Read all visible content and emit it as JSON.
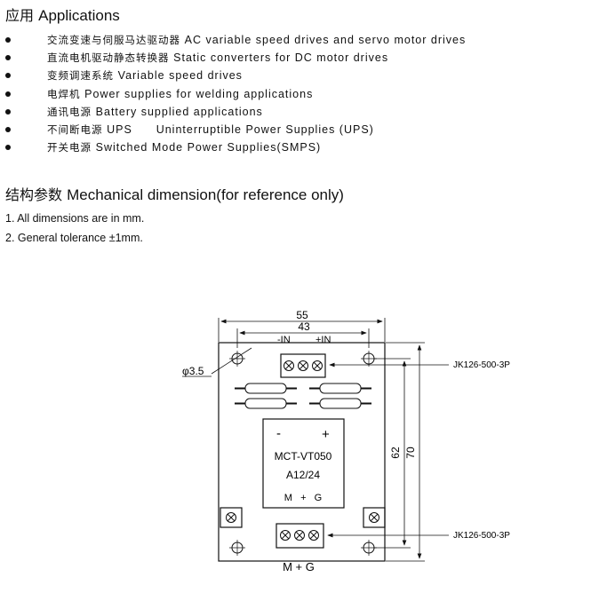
{
  "applications": {
    "heading_zh": "应用",
    "heading_en": "Applications",
    "items": [
      {
        "zh": "交流变速与伺服马达驱动器",
        "en": "AC variable speed drives and servo motor drives"
      },
      {
        "zh": "直流电机驱动静态转换器",
        "en": "Static converters for DC motor drives"
      },
      {
        "zh": "变频调速系统",
        "en": "Variable speed drives"
      },
      {
        "zh": "电焊机",
        "en": "Power supplies for welding applications"
      },
      {
        "zh": "通讯电源",
        "en": "Battery supplied applications"
      },
      {
        "zh": "不间断电源",
        "en": "UPS      Uninterruptible Power Supplies (UPS)"
      },
      {
        "zh": "开关电源",
        "en": "Switched Mode Power Supplies(SMPS)"
      }
    ]
  },
  "mechanical": {
    "heading_zh": "结构参数",
    "heading_en": "Mechanical dimension(for reference only)",
    "notes": [
      "1. All dimensions are in mm.",
      "2. General tolerance  ±1mm."
    ]
  },
  "drawing": {
    "dim_width_outer": "55",
    "dim_width_inner": "43",
    "dim_height_inner": "62",
    "dim_height_outer": "70",
    "hole_dia": "φ3.5",
    "label_in_neg": "-IN",
    "label_in_pos": "+IN",
    "connector_top": "JK126-500-3P",
    "connector_bottom": "JK126-500-3P",
    "module_minus": "-",
    "module_plus": "+",
    "module_model": "MCT-VT050",
    "module_rating": "A12/24",
    "module_pins": "M   +   G",
    "bottom_pins": "M + G"
  }
}
